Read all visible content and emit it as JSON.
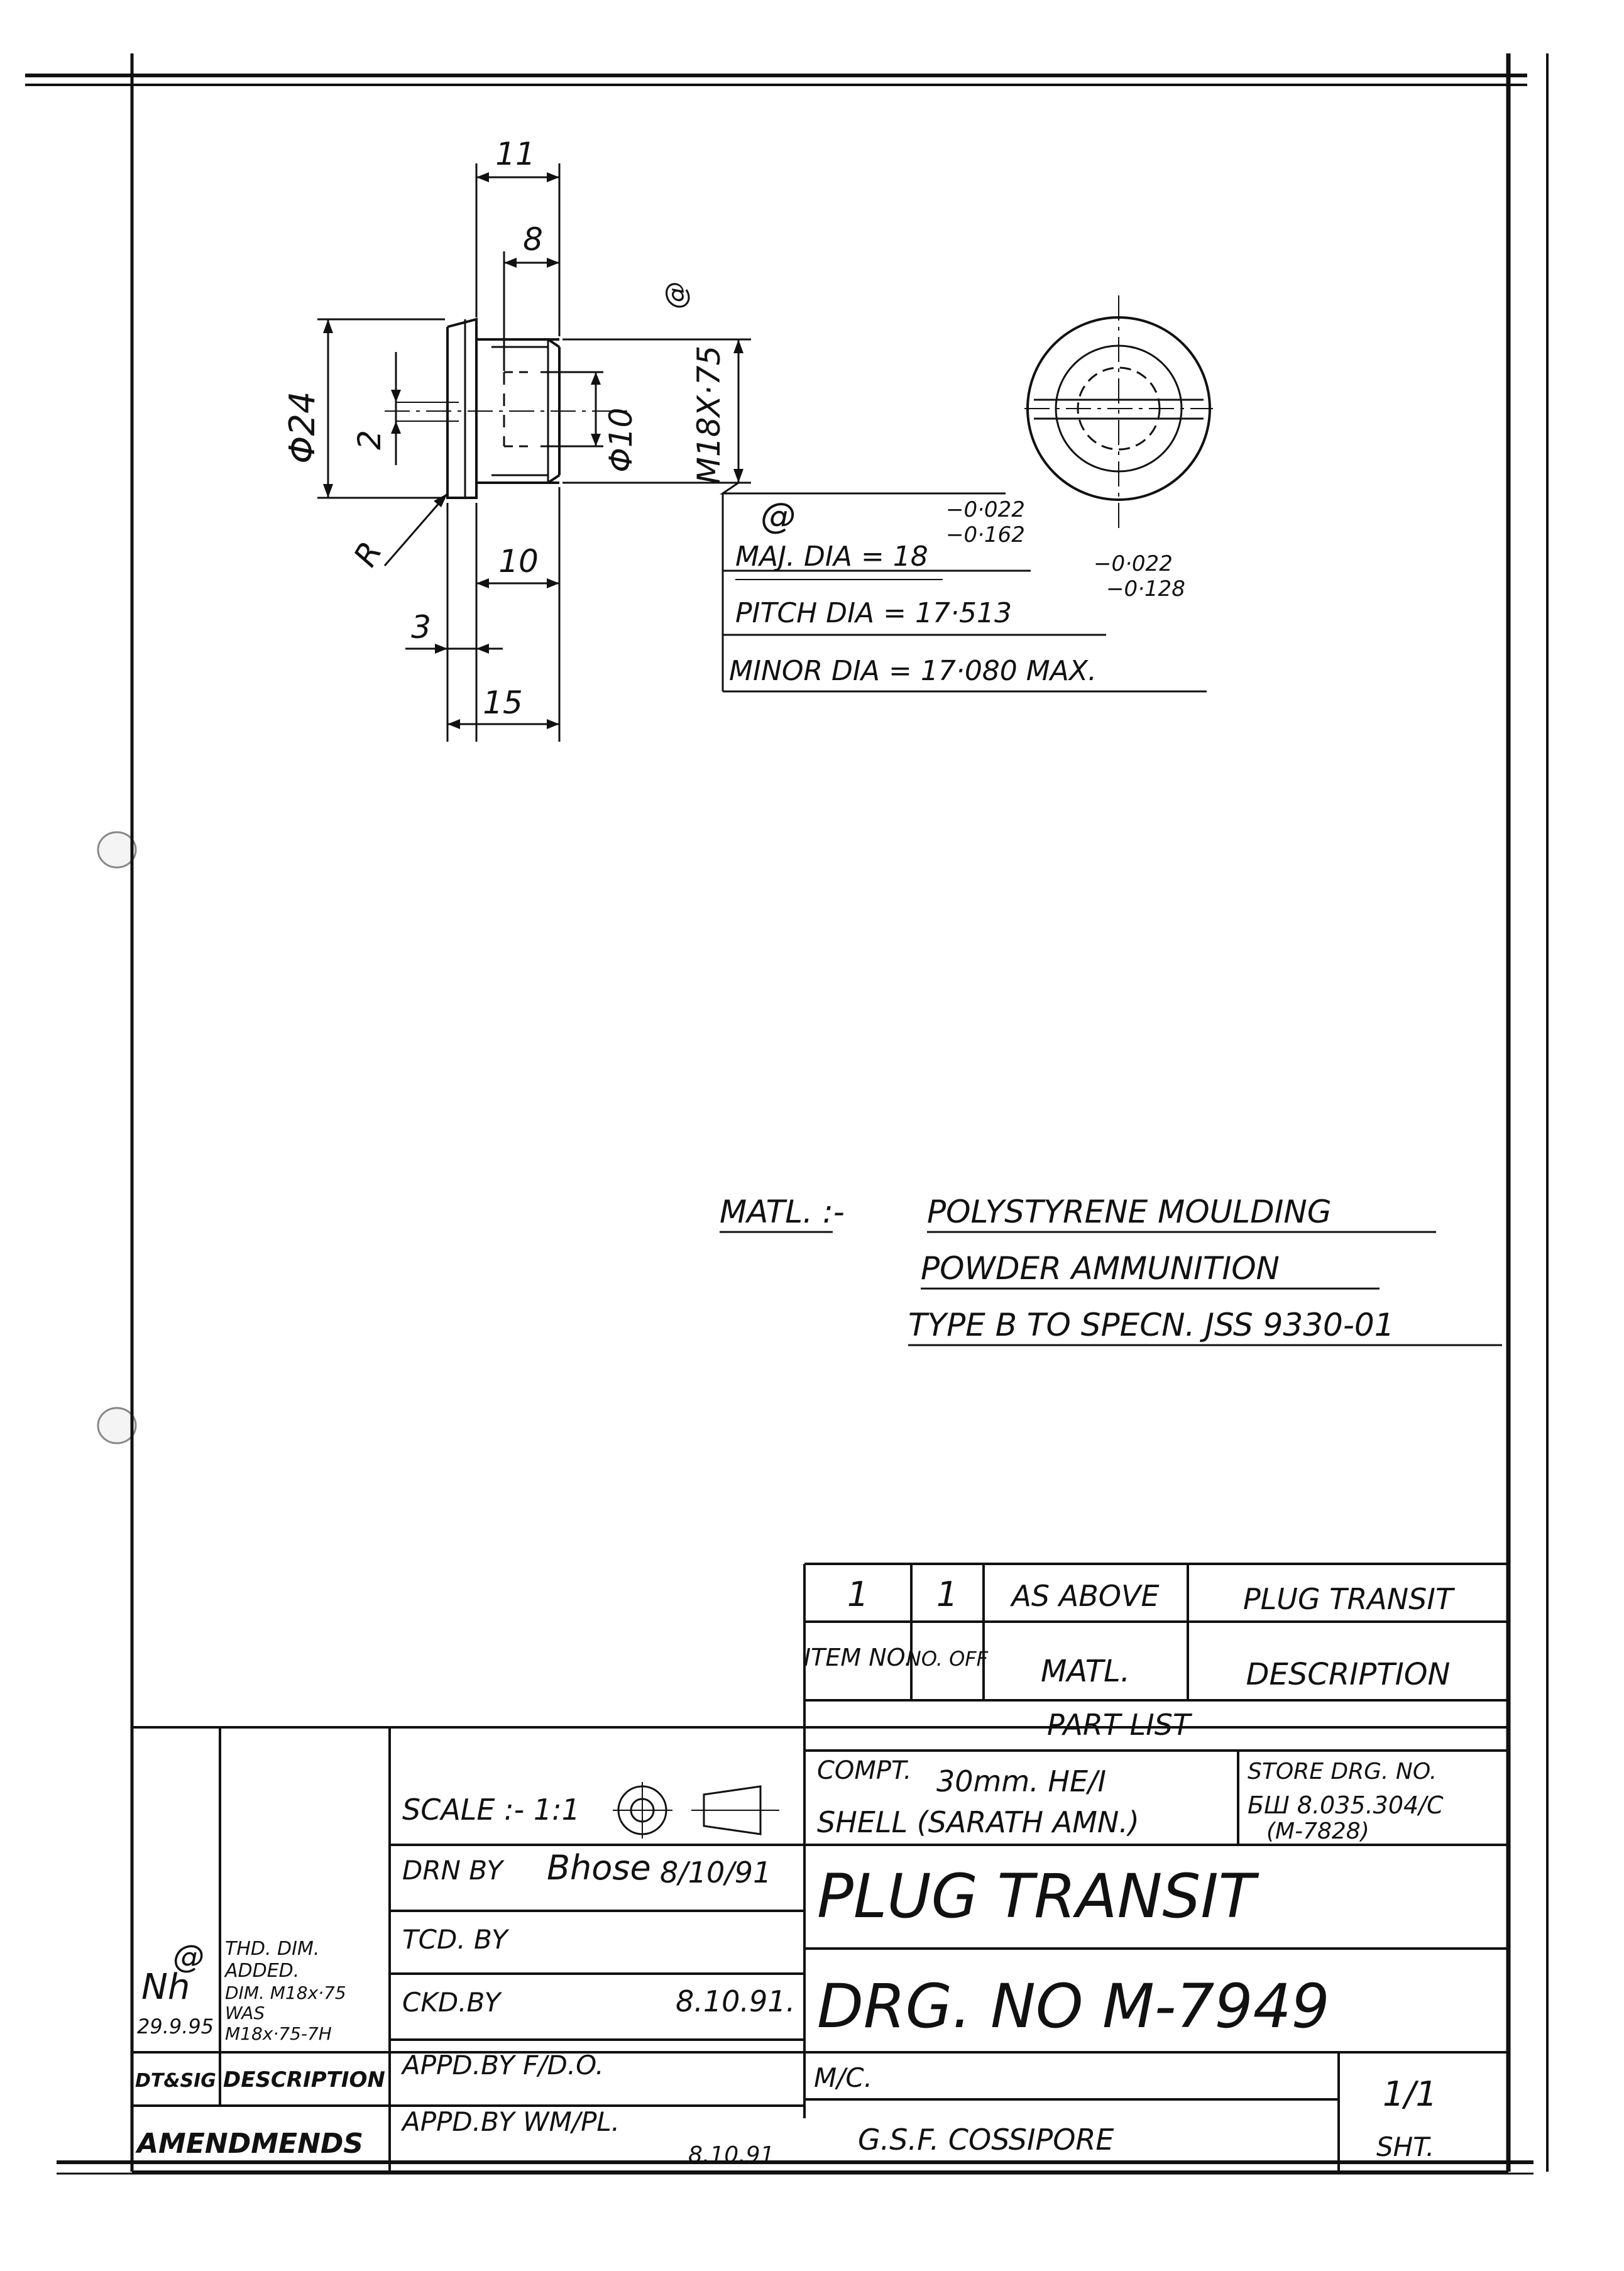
{
  "part_view": {
    "dim_11": "11",
    "dim_8": "8",
    "dim_dia24": "Φ24",
    "dim_2": "2",
    "dim_dia10": "Φ10",
    "dim_thread": "M18X·75",
    "dim_thread_mark": "@",
    "dim_r": "R",
    "dim_10": "10",
    "dim_3": "3",
    "dim_15": "15"
  },
  "thread_callout": {
    "mark": "@",
    "maj_dia": "MAJ. DIA = 18",
    "maj_tol_upper": "−0·022",
    "maj_tol_lower": "−0·162",
    "pitch_dia": "PITCH DIA = 17·513",
    "pitch_tol_upper": "−0·022",
    "pitch_tol_lower": "−0·128",
    "minor_dia": "MINOR DIA = 17·080 MAX."
  },
  "material_note": {
    "label": "MATL. :-",
    "line1": "POLYSTYRENE MOULDING",
    "line2": "POWDER AMMUNITION",
    "line3": "TYPE B TO SPECN. JSS 9330-01"
  },
  "part_list": {
    "row": {
      "item": "1",
      "no_off": "1",
      "matl": "AS ABOVE",
      "description": "PLUG TRANSIT"
    },
    "headers": {
      "item": "ITEM NO.",
      "no_off": "NO. OFF",
      "matl": "MATL.",
      "description": "DESCRIPTION"
    },
    "title": "PART LIST"
  },
  "title_block": {
    "compt_label": "COMPT.",
    "compt_line1": "30mm. HE/I",
    "compt_line2": "SHELL (SARATH AMN.)",
    "store_label": "STORE DRG. NO.",
    "store_number": "БШ 8.035.304/C",
    "store_sub": "(M-7828)",
    "scale": "SCALE :- 1:1",
    "drn_by": "DRN BY",
    "drn_sign": "Bhose",
    "drn_date": "8/10/91",
    "tcd_by": "TCD. BY",
    "ckd_by": "CKD.BY",
    "ckd_date": "8.10.91.",
    "appd_fdo": "APPD.BY F/D.O.",
    "appd_wmpl": "APPD.BY WM/PL.",
    "appd_date": "8.10.91",
    "part_title": "PLUG TRANSIT",
    "drg_no": "DRG. NO M-7949",
    "mc": "M/C.",
    "sheet_num": "1/1",
    "sheet_label": "SHT.",
    "factory": "G.S.F. COSSIPORE"
  },
  "amendment": {
    "mark": "@",
    "sign": "Nh",
    "date": "29.9.95",
    "line1": "THD. DIM.",
    "line2": "ADDED.",
    "line3": "DIM. M18x·75",
    "line4": "WAS",
    "line5": "M18x·75-7H",
    "col_date_sig": "DT&SIG",
    "col_desc": "DESCRIPTION",
    "footer": "AMENDMENDS"
  }
}
